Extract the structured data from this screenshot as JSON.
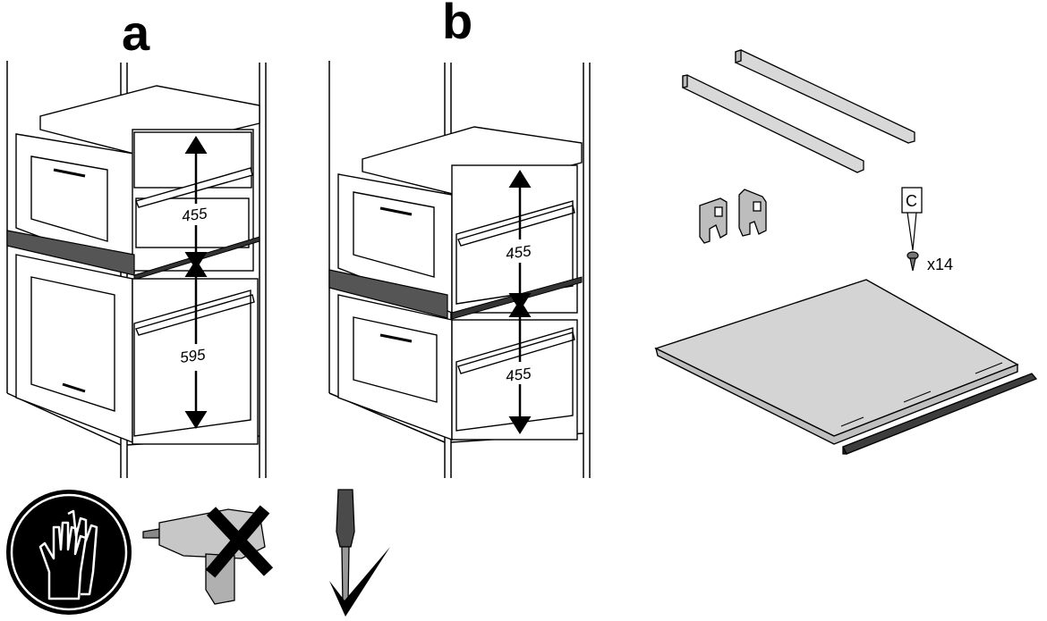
{
  "panels": {
    "a": {
      "label": "a",
      "top_height": "455",
      "bottom_height": "595"
    },
    "b": {
      "label": "b",
      "top_height": "455",
      "bottom_height": "455"
    }
  },
  "parts": {
    "screw_tag": "C",
    "screw_quantity": "x14"
  },
  "tools": {
    "gloves": "gloves-mandatory-icon",
    "drill": "no-power-drill-icon",
    "screwdriver": "screwdriver-allowed-icon"
  }
}
